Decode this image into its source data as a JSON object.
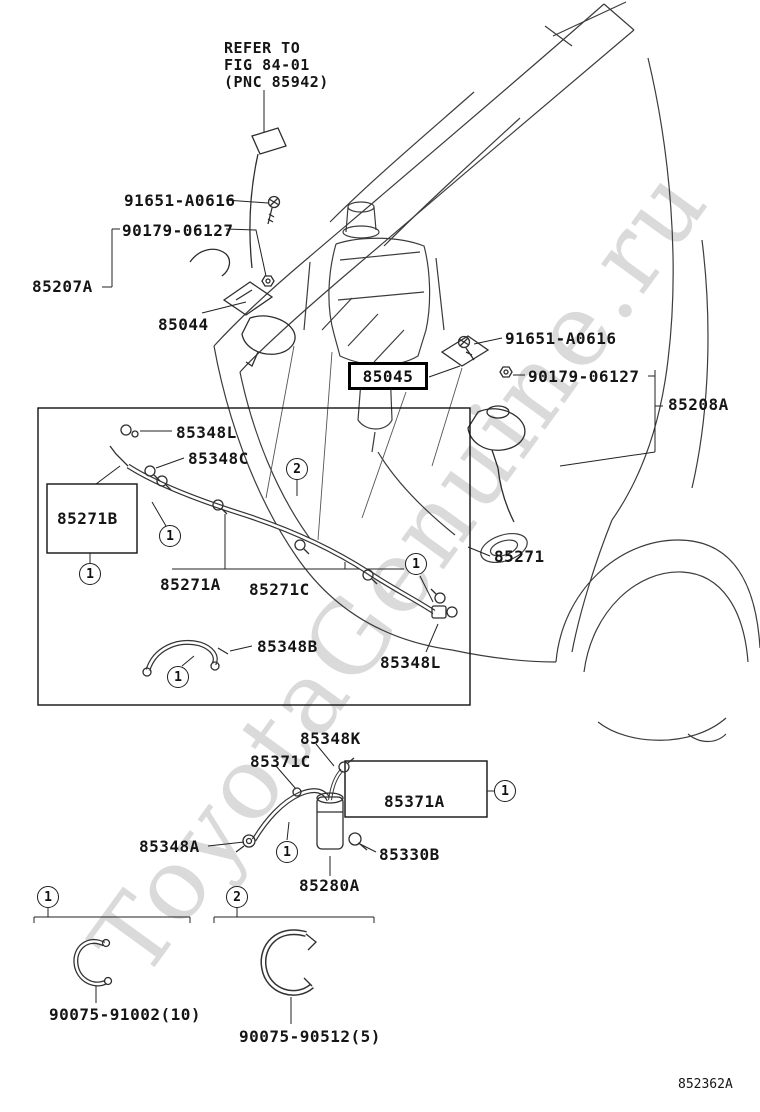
{
  "watermark": "ToyotaGenuine.ru",
  "diagram_code": "852362A",
  "note": {
    "line1": "REFER TO",
    "line2": "FIG 84-01",
    "line3": "(PNC 85942)"
  },
  "parts": {
    "bolt_top": "91651-A0616",
    "nut_top": "90179-06127",
    "nozzle_asm_left": "85207A",
    "nozzle_left": "85044",
    "nozzle_right_highlight": "85045",
    "bolt_right": "91651-A0616",
    "nut_right": "90179-06127",
    "nozzle_asm_right": "85208A",
    "clip_l_top": "85348L",
    "clip_c": "85348C",
    "hose_b": "85271B",
    "hose_a": "85271A",
    "hose_c": "85271C",
    "hose_main": "85271",
    "joint_b": "85348B",
    "clip_l_bottom": "85348L",
    "clip_k": "85348K",
    "hose_371c": "85371C",
    "hose_371a": "85371A",
    "clip_a": "85348A",
    "clamp_330b": "85330B",
    "joint_280a": "85280A",
    "clip_sample_small": "90075-91002(10)",
    "clip_sample_large": "90075-90512(5)"
  },
  "callouts": {
    "one": "1",
    "two": "2"
  }
}
